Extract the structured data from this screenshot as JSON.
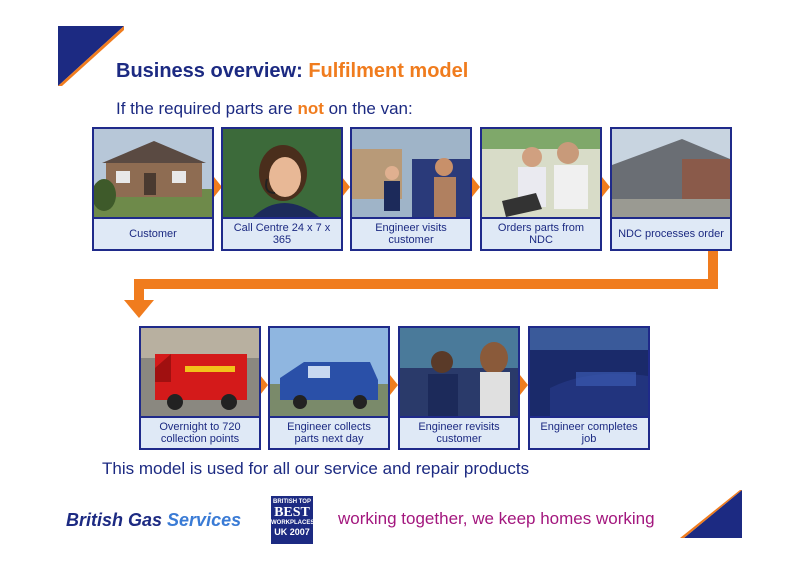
{
  "colors": {
    "navy": "#1c2a82",
    "orange": "#f07c1e",
    "magenta": "#a3177e",
    "panel": "#dfe9f6"
  },
  "title": {
    "main": "Business overview: ",
    "accent": "Fulfilment model"
  },
  "subtitle": {
    "before": "If the required parts are ",
    "emphasis": "not",
    "after": " on the van:"
  },
  "steps": [
    {
      "label": "Customer",
      "photo": "house-photo"
    },
    {
      "label": "Call Centre 24 x 7 x 365",
      "photo": "call-centre-photo"
    },
    {
      "label": "Engineer visits customer",
      "photo": "engineer-visit-photo"
    },
    {
      "label": "Orders parts from NDC",
      "photo": "laptop-order-photo"
    },
    {
      "label": "NDC processes order",
      "photo": "warehouse-photo"
    },
    {
      "label": "Overnight to 720 collection points",
      "photo": "red-van-photo"
    },
    {
      "label": "Engineer collects parts next day",
      "photo": "blue-van-photo"
    },
    {
      "label": "Engineer revisits customer",
      "photo": "doorstep-photo"
    },
    {
      "label": "Engineer completes job",
      "photo": "van-logo-photo"
    }
  ],
  "footer": "This model is used for all our service and repair products",
  "logo": {
    "part1": "British Gas ",
    "part2": "Services"
  },
  "badge": {
    "line1": "BRITISH TOP",
    "line2": "BEST",
    "line3": "WORKPLACES",
    "line4": "UK 2007"
  },
  "slogan": "working together, we keep homes working"
}
